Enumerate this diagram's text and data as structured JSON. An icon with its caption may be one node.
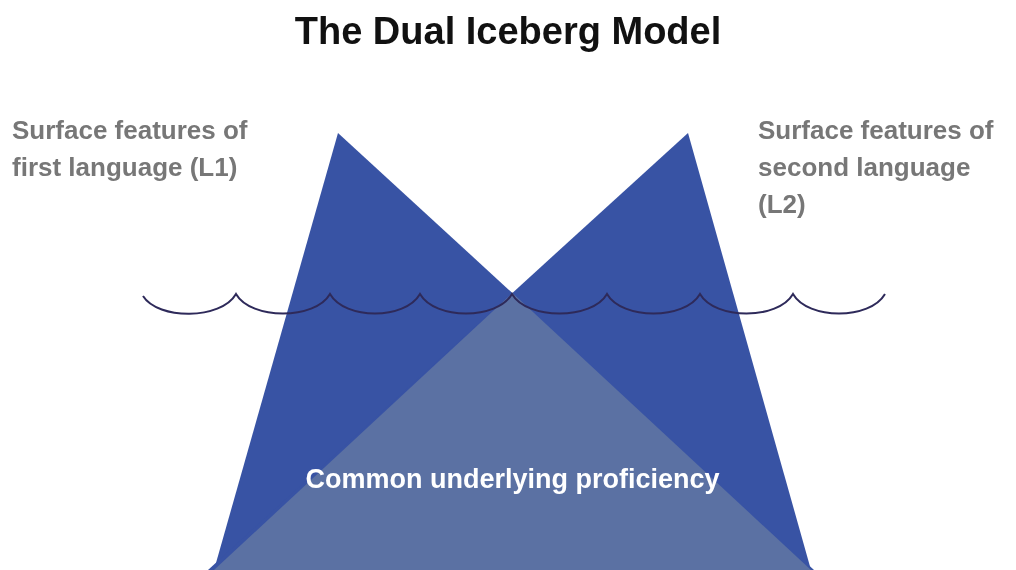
{
  "diagram": {
    "title": "The Dual Iceberg Model",
    "nodes": [
      {
        "text": [
          "Common underlying proficiency"
        ]
      }
    ],
    "labels": [
      "Surface features of first language (L1)",
      "Surface features of second language (L2)"
    ]
  }
}
